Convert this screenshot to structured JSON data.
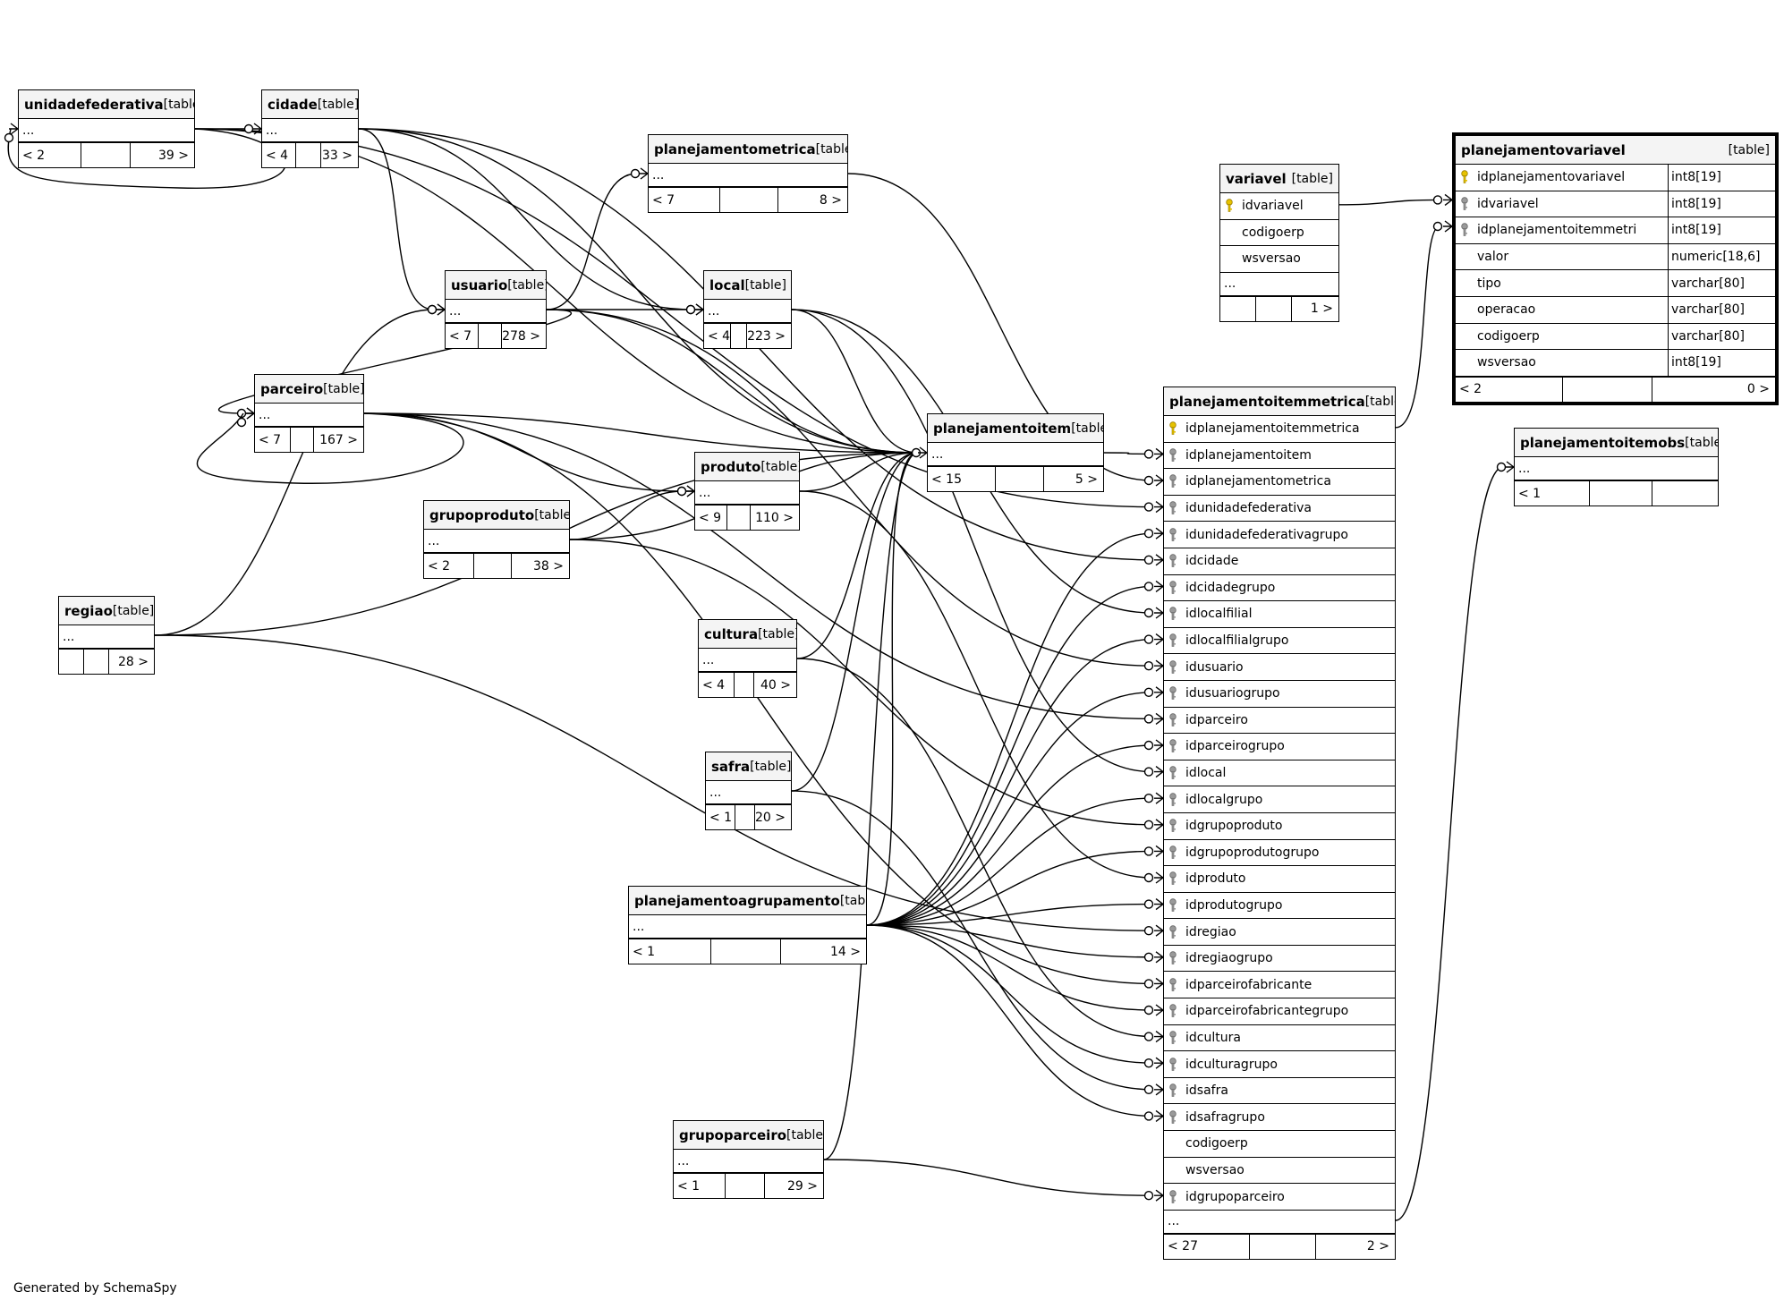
{
  "footer": {
    "generated_by": "Generated by SchemaSpy"
  },
  "tables": {
    "unidadefederativa": {
      "name": "unidadefederativa",
      "tag": "[table]",
      "ellipsis": "...",
      "left": "< 2",
      "right": "39 >"
    },
    "cidade": {
      "name": "cidade",
      "tag": "[table]",
      "ellipsis": "...",
      "left": "< 4",
      "right": "33 >"
    },
    "planejamentometrica": {
      "name": "planejamentometrica",
      "tag": "[table]",
      "ellipsis": "...",
      "left": "< 7",
      "right": "8 >"
    },
    "usuario": {
      "name": "usuario",
      "tag": "[table]",
      "ellipsis": "...",
      "left": "< 7",
      "right": "278 >"
    },
    "local": {
      "name": "local",
      "tag": "[table]",
      "ellipsis": "...",
      "left": "< 4",
      "right": "223 >"
    },
    "parceiro": {
      "name": "parceiro",
      "tag": "[table]",
      "ellipsis": "...",
      "left": "< 7",
      "right": "167 >"
    },
    "produto": {
      "name": "produto",
      "tag": "[table]",
      "ellipsis": "...",
      "left": "< 9",
      "right": "110 >"
    },
    "grupoproduto": {
      "name": "grupoproduto",
      "tag": "[table]",
      "ellipsis": "...",
      "left": "< 2",
      "right": "38 >"
    },
    "planejamentoitem": {
      "name": "planejamentoitem",
      "tag": "[table]",
      "ellipsis": "...",
      "left": "< 15",
      "right": "5 >"
    },
    "regiao": {
      "name": "regiao",
      "tag": "[table]",
      "ellipsis": "...",
      "left": "",
      "right": "28 >"
    },
    "cultura": {
      "name": "cultura",
      "tag": "[table]",
      "ellipsis": "...",
      "left": "< 4",
      "right": "40 >"
    },
    "safra": {
      "name": "safra",
      "tag": "[table]",
      "ellipsis": "...",
      "left": "< 1",
      "right": "20 >"
    },
    "planejamentoagrupamento": {
      "name": "planejamentoagrupamento",
      "tag": "[table]",
      "ellipsis": "...",
      "left": "< 1",
      "right": "14 >"
    },
    "grupoparceiro": {
      "name": "grupoparceiro",
      "tag": "[table]",
      "ellipsis": "...",
      "left": "< 1",
      "right": "29 >"
    },
    "planejamentoitemobs": {
      "name": "planejamentoitemobs",
      "tag": "[table]",
      "ellipsis": "...",
      "left": "< 1",
      "right": ""
    },
    "variavel": {
      "name": "variavel",
      "tag": "[table]",
      "ellipsis": "...",
      "left": "",
      "right": "1 >",
      "columns": [
        {
          "name": "idvariavel",
          "key": "primary"
        },
        {
          "name": "codigoerp",
          "key": "none"
        },
        {
          "name": "wsversao",
          "key": "none"
        }
      ]
    },
    "planejamentovariavel": {
      "name": "planejamentovariavel",
      "tag": "[table]",
      "left": "< 2",
      "right": "0 >",
      "columns": [
        {
          "name": "idplanejamentovariavel",
          "type": "int8[19]",
          "key": "primary"
        },
        {
          "name": "idvariavel",
          "type": "int8[19]",
          "key": "foreign"
        },
        {
          "name": "idplanejamentoitemmetri",
          "type": "int8[19]",
          "key": "foreign"
        },
        {
          "name": "valor",
          "type": "numeric[18,6]",
          "key": "none"
        },
        {
          "name": "tipo",
          "type": "varchar[80]",
          "key": "none"
        },
        {
          "name": "operacao",
          "type": "varchar[80]",
          "key": "none"
        },
        {
          "name": "codigoerp",
          "type": "varchar[80]",
          "key": "none"
        },
        {
          "name": "wsversao",
          "type": "int8[19]",
          "key": "none"
        }
      ]
    },
    "planejamentoitemmetrica": {
      "name": "planejamentoitemmetrica",
      "tag": "[table]",
      "ellipsis": "...",
      "left": "< 27",
      "right": "2 >",
      "columns": [
        {
          "name": "idplanejamentoitemmetrica",
          "key": "primary"
        },
        {
          "name": "idplanejamentoitem",
          "key": "foreign"
        },
        {
          "name": "idplanejamentometrica",
          "key": "foreign"
        },
        {
          "name": "idunidadefederativa",
          "key": "foreign"
        },
        {
          "name": "idunidadefederativagrupo",
          "key": "foreign"
        },
        {
          "name": "idcidade",
          "key": "foreign"
        },
        {
          "name": "idcidadegrupo",
          "key": "foreign"
        },
        {
          "name": "idlocalfilial",
          "key": "foreign"
        },
        {
          "name": "idlocalfilialgrupo",
          "key": "foreign"
        },
        {
          "name": "idusuario",
          "key": "foreign"
        },
        {
          "name": "idusuariogrupo",
          "key": "foreign"
        },
        {
          "name": "idparceiro",
          "key": "foreign"
        },
        {
          "name": "idparceirogrupo",
          "key": "foreign"
        },
        {
          "name": "idlocal",
          "key": "foreign"
        },
        {
          "name": "idlocalgrupo",
          "key": "foreign"
        },
        {
          "name": "idgrupoproduto",
          "key": "foreign"
        },
        {
          "name": "idgrupoprodutogrupo",
          "key": "foreign"
        },
        {
          "name": "idproduto",
          "key": "foreign"
        },
        {
          "name": "idprodutogrupo",
          "key": "foreign"
        },
        {
          "name": "idregiao",
          "key": "foreign"
        },
        {
          "name": "idregiaogrupo",
          "key": "foreign"
        },
        {
          "name": "idparceirofabricante",
          "key": "foreign"
        },
        {
          "name": "idparceirofabricantegrupo",
          "key": "foreign"
        },
        {
          "name": "idcultura",
          "key": "foreign"
        },
        {
          "name": "idculturagrupo",
          "key": "foreign"
        },
        {
          "name": "idsafra",
          "key": "foreign"
        },
        {
          "name": "idsafragrupo",
          "key": "foreign"
        },
        {
          "name": "codigoerp",
          "key": "none"
        },
        {
          "name": "wsversao",
          "key": "none"
        },
        {
          "name": "idgrupoparceiro",
          "key": "foreign"
        }
      ]
    }
  }
}
